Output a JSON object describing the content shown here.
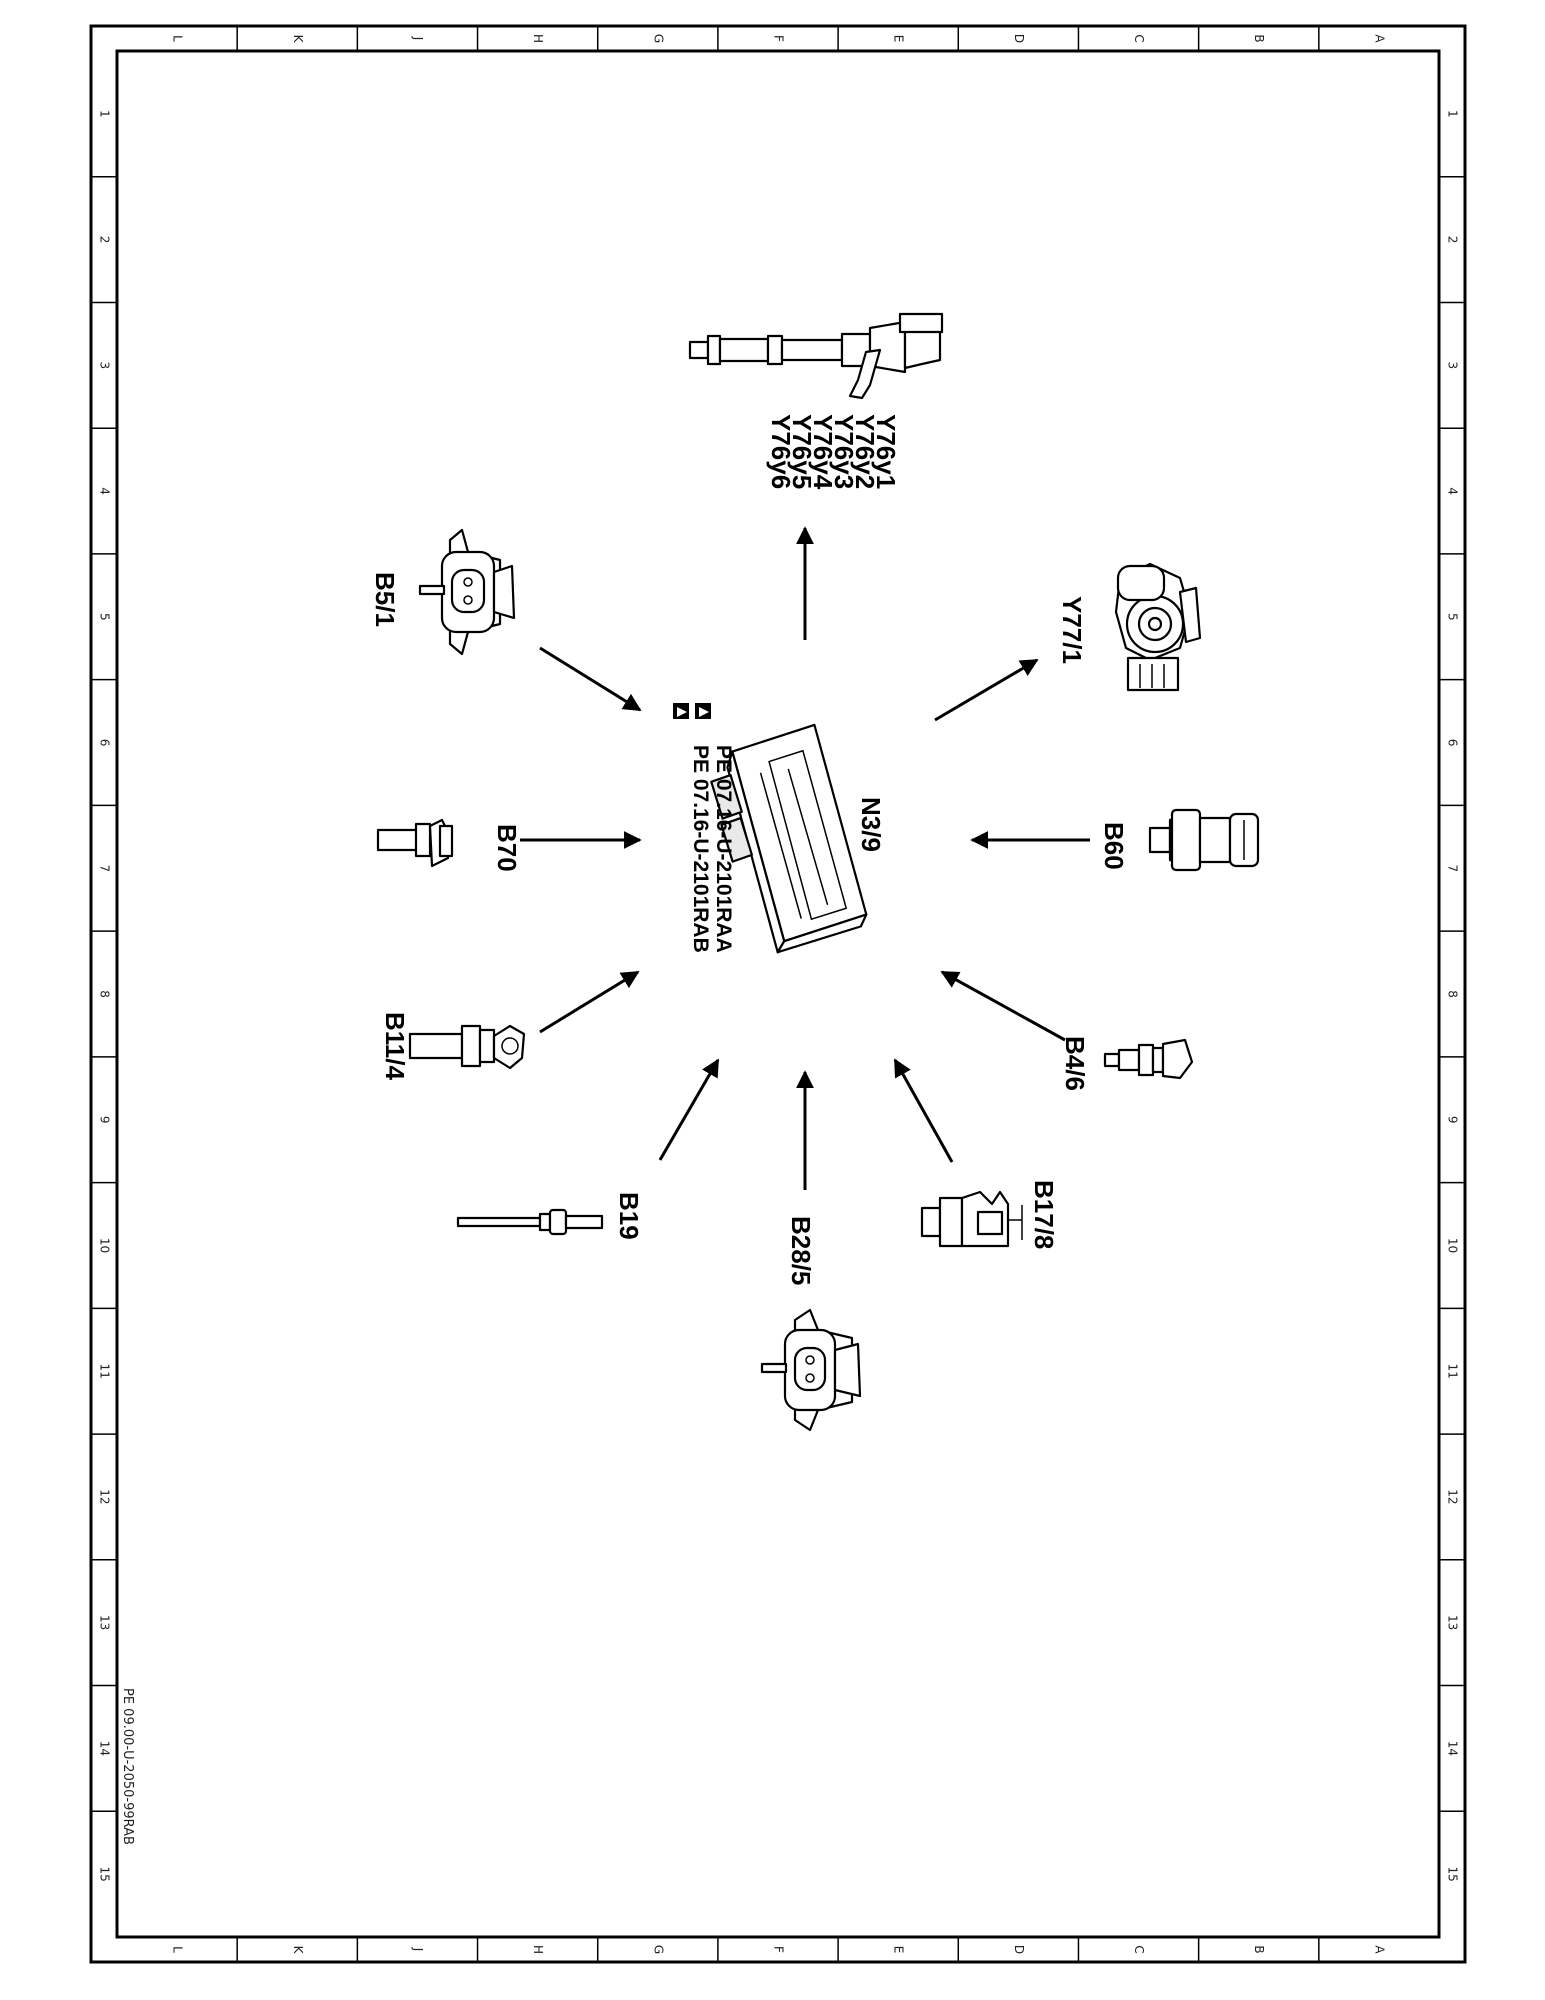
{
  "border": {
    "columns": [
      "L",
      "K",
      "J",
      "H",
      "G",
      "F",
      "E",
      "D",
      "C",
      "B",
      "A"
    ],
    "rows": [
      "1",
      "2",
      "3",
      "4",
      "5",
      "6",
      "7",
      "8",
      "9",
      "10",
      "11",
      "12",
      "13",
      "14",
      "15"
    ]
  },
  "control_unit": {
    "label": "N3/9",
    "refs": [
      "PE  07.16-U-2101RAA",
      "PE  07.16-U-2101RAB"
    ]
  },
  "injectors": {
    "labels": [
      "Y76y1",
      "Y76y2",
      "Y76y3",
      "Y76y4",
      "Y76y5",
      "Y76y6"
    ]
  },
  "components": {
    "y77": "Y77/1",
    "b60": "B60",
    "b46": "B4/6",
    "b178": "B17/8",
    "b285": "B28/5",
    "b19": "B19",
    "b114": "B11/4",
    "b70": "B70",
    "b51": "B5/1"
  },
  "footer": {
    "doc_id": "PE 09.00-U-2050-99RAB"
  }
}
